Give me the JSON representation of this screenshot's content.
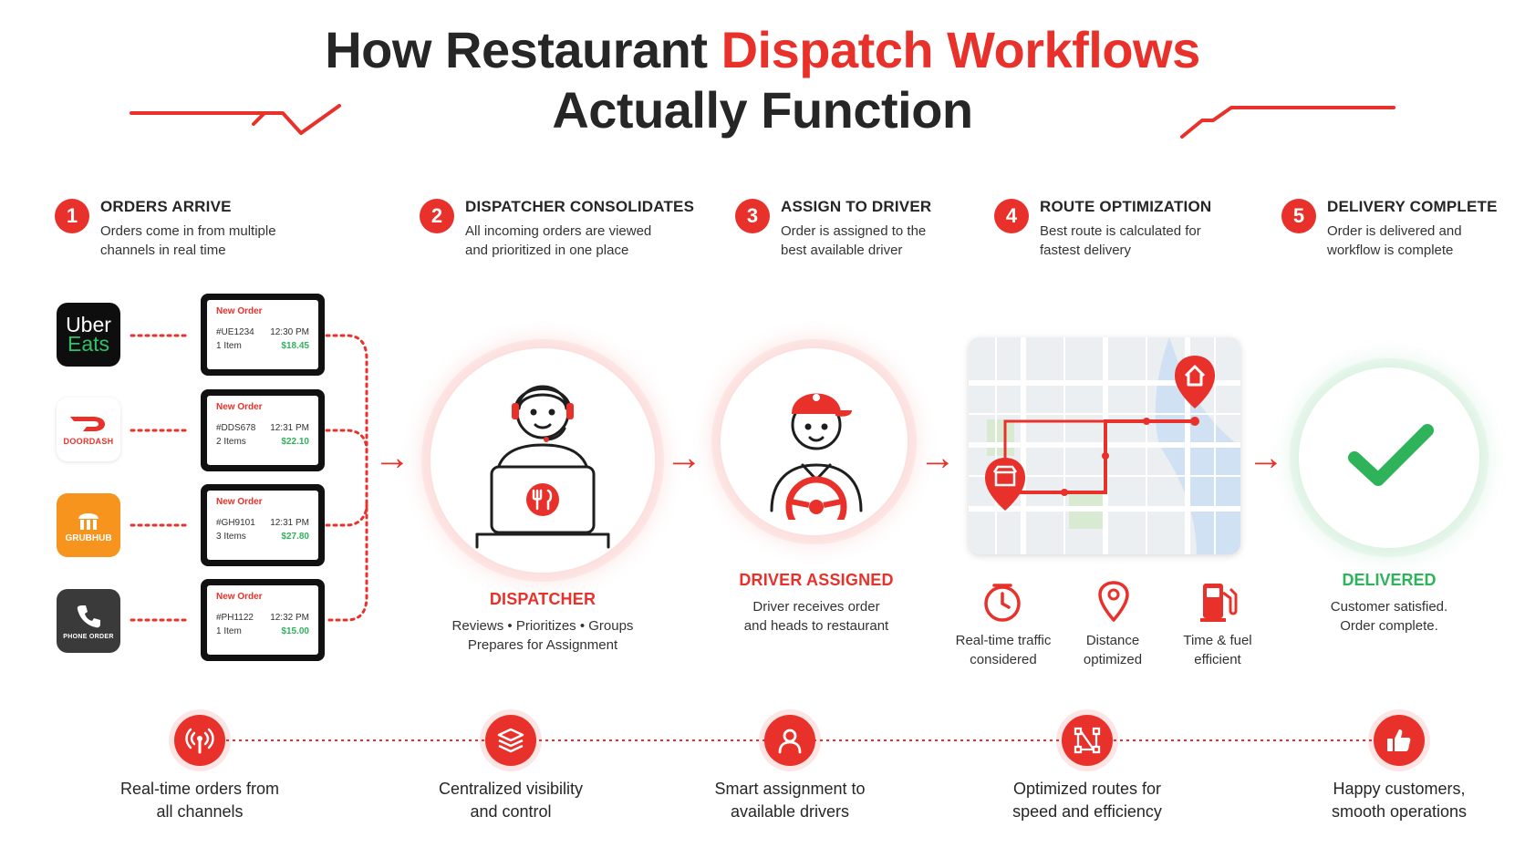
{
  "title": {
    "part1": "How Restaurant ",
    "part2_red": "Dispatch Workflows",
    "line2": "Actually Function"
  },
  "steps": [
    {
      "num": "1",
      "title": "ORDERS ARRIVE",
      "desc": "Orders come in from multiple channels in real time"
    },
    {
      "num": "2",
      "title": "DISPATCHER CONSOLIDATES",
      "desc": "All incoming orders are viewed and prioritized in one place"
    },
    {
      "num": "3",
      "title": "ASSIGN TO DRIVER",
      "desc": "Order is assigned to the best available driver"
    },
    {
      "num": "4",
      "title": "ROUTE OPTIMIZATION",
      "desc": "Best route is calculated for fastest delivery"
    },
    {
      "num": "5",
      "title": "DELIVERY COMPLETE",
      "desc": "Order is delivered and workflow is complete"
    }
  ],
  "channels": {
    "uber_line1": "Uber",
    "uber_line2": "Eats",
    "doordash": "DOORDASH",
    "grubhub": "GRUBHUB",
    "phone": "PHONE ORDER"
  },
  "orders": [
    {
      "title": "New Order",
      "id": "#UE1234",
      "time": "12:30 PM",
      "items": "1 Item",
      "price": "$18.45"
    },
    {
      "title": "New Order",
      "id": "#DDS678",
      "time": "12:31 PM",
      "items": "2 Items",
      "price": "$22.10"
    },
    {
      "title": "New Order",
      "id": "#GH9101",
      "time": "12:31 PM",
      "items": "3 Items",
      "price": "$27.80"
    },
    {
      "title": "New Order",
      "id": "#PH1122",
      "time": "12:32 PM",
      "items": "1 Item",
      "price": "$15.00"
    }
  ],
  "dispatcher": {
    "label": "DISPATCHER",
    "line1": "Reviews • Prioritizes • Groups",
    "line2": "Prepares for Assignment"
  },
  "driver": {
    "label": "DRIVER ASSIGNED",
    "line1": "Driver receives order",
    "line2": "and heads to restaurant"
  },
  "route_features": [
    {
      "icon": "clock-icon",
      "line1": "Real-time traffic",
      "line2": "considered"
    },
    {
      "icon": "location-pin-icon",
      "line1": "Distance",
      "line2": "optimized"
    },
    {
      "icon": "fuel-pump-icon",
      "line1": "Time & fuel",
      "line2": "efficient"
    }
  ],
  "delivered": {
    "label": "DELIVERED",
    "line1": "Customer satisfied.",
    "line2": "Order complete."
  },
  "benefits": [
    {
      "icon": "broadcast-icon",
      "line1": "Real-time orders from",
      "line2": "all channels"
    },
    {
      "icon": "layers-icon",
      "line1": "Centralized visibility",
      "line2": "and control"
    },
    {
      "icon": "user-icon",
      "line1": "Smart assignment to",
      "line2": "available drivers"
    },
    {
      "icon": "route-nodes-icon",
      "line1": "Optimized routes for",
      "line2": "speed and efficiency"
    },
    {
      "icon": "thumbs-up-icon",
      "line1": "Happy customers,",
      "line2": "smooth operations"
    }
  ],
  "colors": {
    "accent": "#e8312a",
    "success": "#2fb35a",
    "dark": "#262626",
    "grubhub": "#f7941d"
  }
}
